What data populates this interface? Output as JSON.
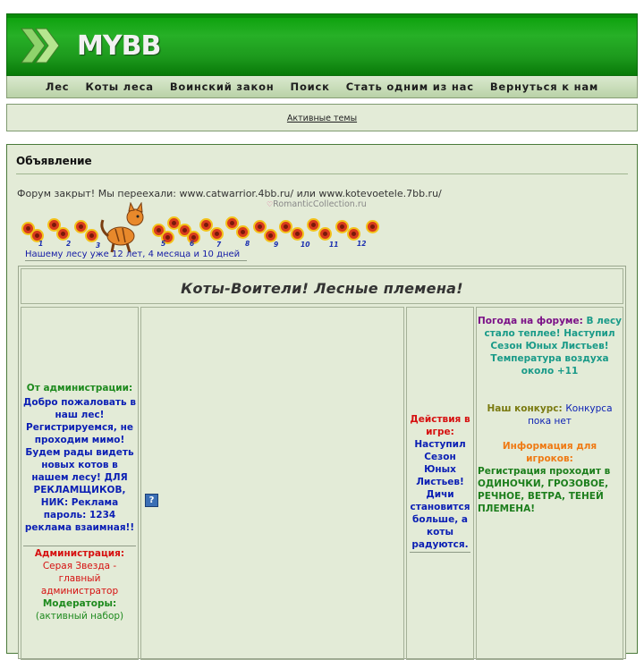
{
  "header": {
    "logo_text": "MYBB"
  },
  "nav": [
    "Лес",
    "Коты леса",
    "Воинский закон",
    "Поиск",
    "Стать одним из нас",
    "Вернуться к нам"
  ],
  "active_topics": "Активные темы",
  "announcement": {
    "title": "Объявление",
    "closed_text": "Форум закрыт! Мы переехали: www.catwarrior.4bb.ru/ или www.kotevoetele.7bb.ru/",
    "watermark": "RomanticCollection.ru",
    "months": [
      "1",
      "2",
      "3",
      "4",
      "5",
      "6",
      "7",
      "8",
      "9",
      "10",
      "11",
      "12"
    ],
    "years_text": "Нашему лесу уже 12 лет, 4 месяца и 10 дней"
  },
  "table": {
    "title": "Коты-Воители! Лесные племена!",
    "col1": {
      "admin_label": "От администрации:",
      "welcome": "Добро пожаловать в наш лес! Регистрируемся, не проходим мимо! Будем рады видеть новых котов в нашем лесу! ДЛЯ РЕКЛАМЩИКОВ, НИК: Реклама пароль: 1234 реклама взаимная!!",
      "administration_title": "Администрация:",
      "administration_name": "Серая Звезда - главный администратор",
      "moderators_title": "Модераторы:",
      "moderators_name": "(активный набор)"
    },
    "col2": {
      "help_icon": "?"
    },
    "col3": {
      "actions_title": "Действия в игре:",
      "actions_text": "Наступил Сезон Юных Листьев! Дичи становится больше, а коты радуются."
    },
    "col4": {
      "weather_label": "Погода на форуме:",
      "weather_text": "В лесу стало теплее! Наступил Сезон Юных Листьев! Температура воздуха около +11",
      "contest_label": "Наш конкурс:",
      "contest_text": "Конкурса пока нет",
      "info_title": "Информация для игроков:",
      "registration": "Регистрация проходит в ОДИНОЧКИ, ГРОЗОВОЕ, РЕЧНОЕ, ВЕТРА, ТЕНЕЙ ПЛЕМЕНА!"
    }
  },
  "colors": {
    "header_green": "#1d9a1d",
    "nav_bg": "#c8dcb8",
    "panel_bg": "#e3ebd7",
    "red": "#d61010",
    "blue": "#0b1fb4",
    "green": "#1e8a1e"
  }
}
